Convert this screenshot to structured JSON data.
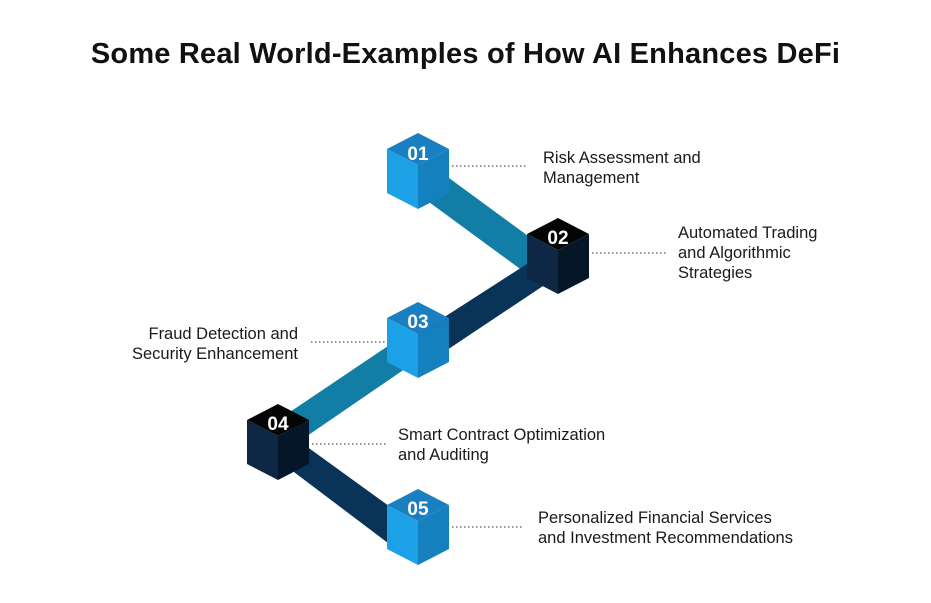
{
  "title": "Some Real World-Examples of How AI Enhances DeFi",
  "colors": {
    "cube_light_top": "#1a7fc0",
    "cube_light_front": "#1da1e6",
    "cube_light_side": "#1480bd",
    "cube_dark_top": "#050505",
    "cube_dark_front": "#0e2744",
    "cube_dark_side": "#041628",
    "beam_teal": "#127ea6",
    "beam_navy": "#0a3358"
  },
  "steps": [
    {
      "number": "01",
      "label_line1": "Risk Assessment and",
      "label_line2": "Management",
      "line3": ""
    },
    {
      "number": "02",
      "label_line1": "Automated Trading",
      "label_line2": "and Algorithmic",
      "line3": "Strategies"
    },
    {
      "number": "03",
      "label_line1": "Fraud Detection and",
      "label_line2": "Security Enhancement",
      "line3": ""
    },
    {
      "number": "04",
      "label_line1": "Smart Contract Optimization",
      "label_line2": "and Auditing",
      "line3": ""
    },
    {
      "number": "05",
      "label_line1": "Personalized Financial Services",
      "label_line2": "and Investment Recommendations",
      "line3": ""
    }
  ]
}
